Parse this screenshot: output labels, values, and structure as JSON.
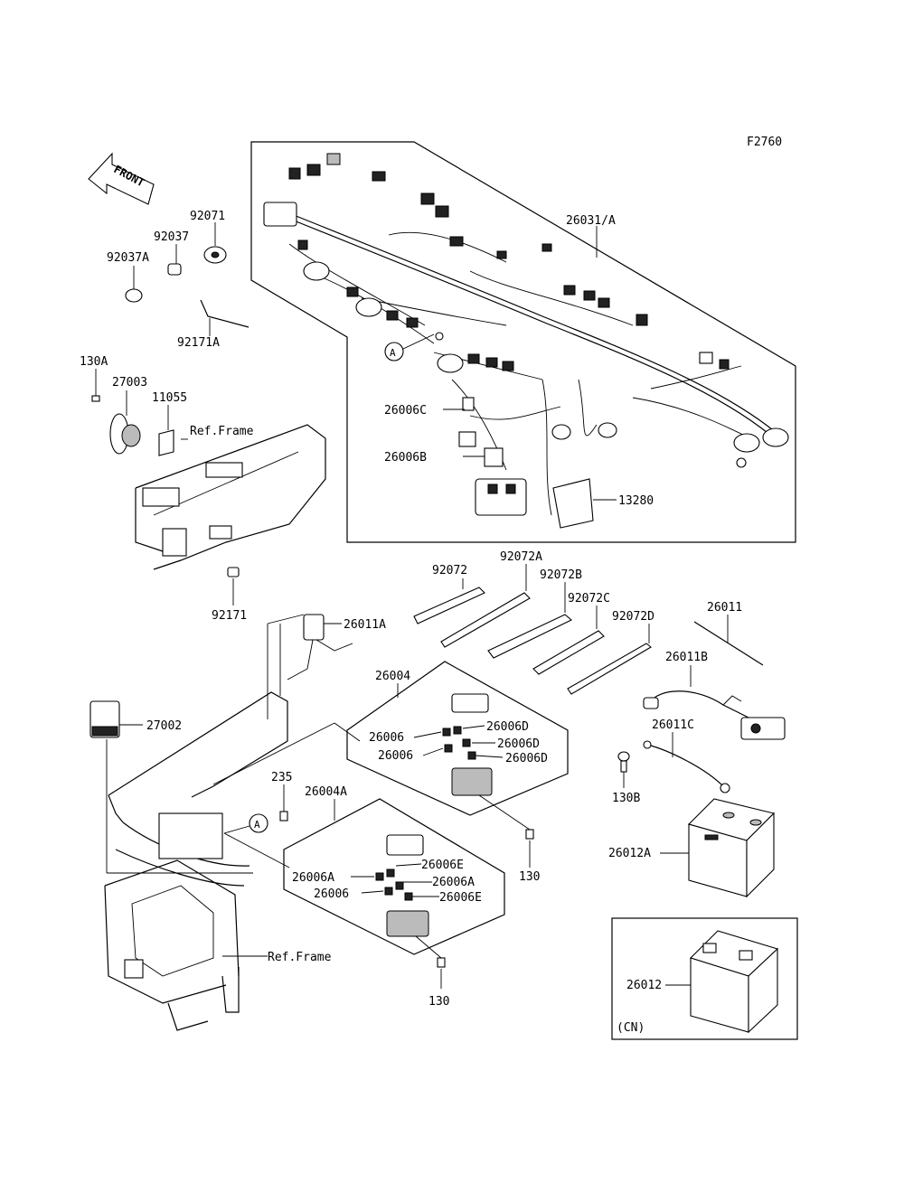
{
  "figure_code": "F2760",
  "front_arrow": "FRONT",
  "ref_frame": "Ref.Frame",
  "ref_a": "A",
  "cn_note": "(CN)",
  "parts": {
    "p26031A": "26031/A",
    "p92071": "92071",
    "p92037": "92037",
    "p92037A": "92037A",
    "p92171A": "92171A",
    "p130A": "130A",
    "p27003": "27003",
    "p11055": "11055",
    "p26006C": "26006C",
    "p26006B": "26006B",
    "p13280": "13280",
    "p92171": "92171",
    "p92072": "92072",
    "p92072A": "92072A",
    "p92072B": "92072B",
    "p92072C": "92072C",
    "p92072D": "92072D",
    "p26011": "26011",
    "p26011A": "26011A",
    "p26004": "26004",
    "p26006": "26006",
    "p26006D": "26006D",
    "p27002": "27002",
    "p235": "235",
    "p26004A": "26004A",
    "p26011B": "26011B",
    "p26011C": "26011C",
    "p130B": "130B",
    "p130": "130",
    "p26012A": "26012A",
    "p26006A": "26006A",
    "p26006E": "26006E",
    "p26012": "26012"
  }
}
